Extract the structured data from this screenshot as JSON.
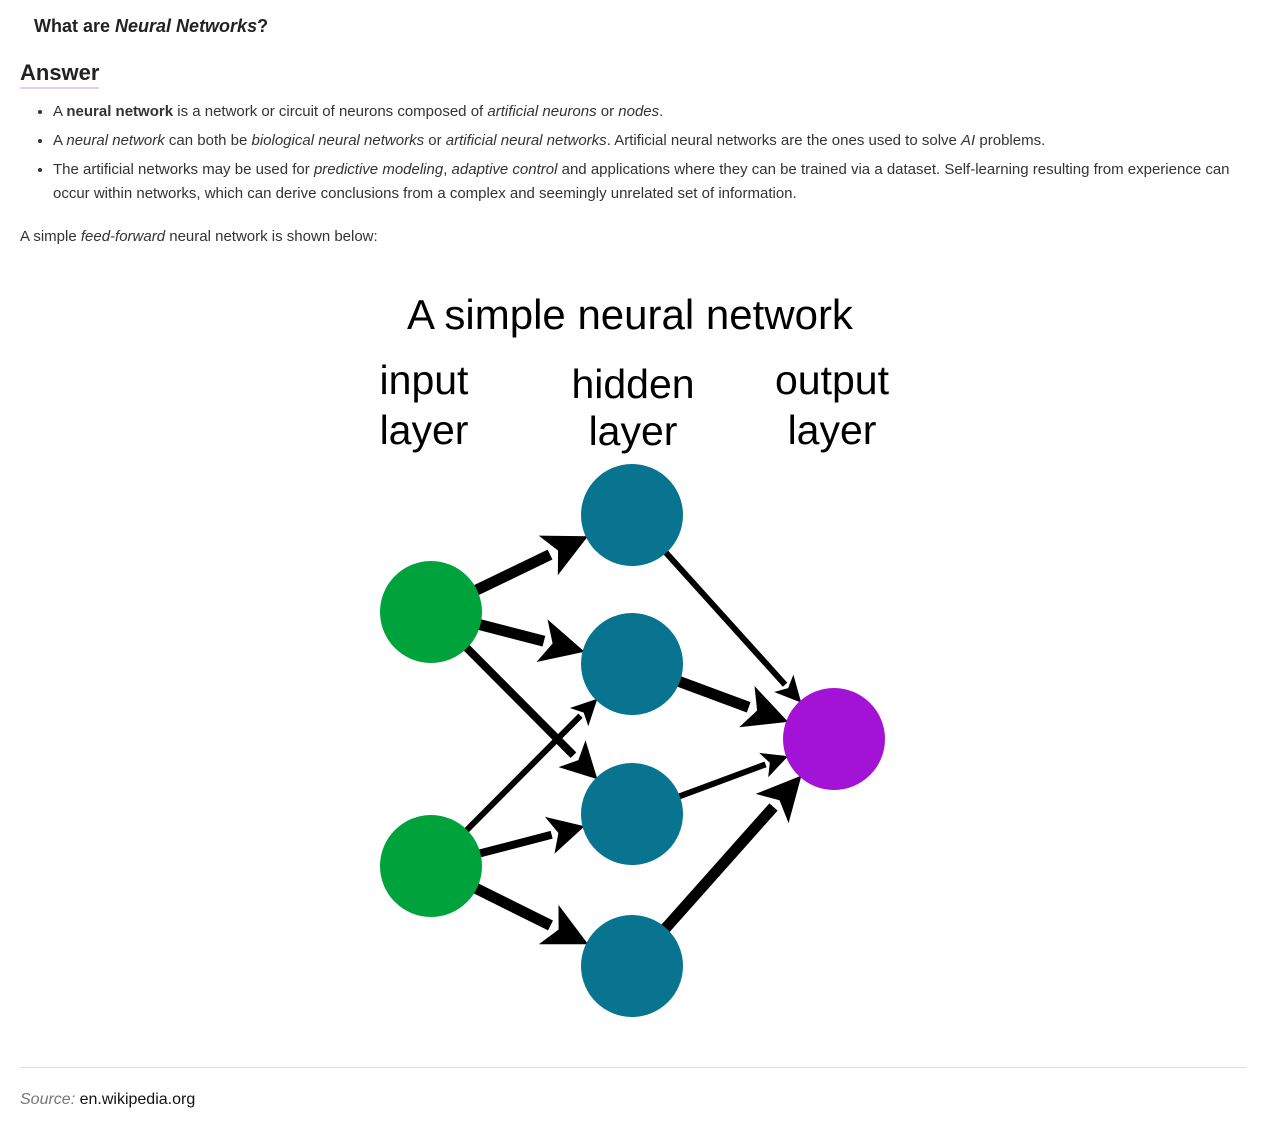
{
  "question": {
    "prefix": "What are ",
    "topic": "Neural Networks",
    "suffix": "?"
  },
  "answer_heading": "Answer",
  "bullets": [
    {
      "segments": [
        {
          "text": "A ",
          "style": "normal"
        },
        {
          "text": "neural network",
          "style": "bold"
        },
        {
          "text": " is a network or circuit of neurons composed of ",
          "style": "normal"
        },
        {
          "text": "artificial neurons",
          "style": "italic"
        },
        {
          "text": " or ",
          "style": "normal"
        },
        {
          "text": "nodes",
          "style": "italic"
        },
        {
          "text": ".",
          "style": "normal"
        }
      ]
    },
    {
      "segments": [
        {
          "text": "A ",
          "style": "normal"
        },
        {
          "text": "neural network",
          "style": "italic"
        },
        {
          "text": " can both be ",
          "style": "normal"
        },
        {
          "text": "biological neural networks",
          "style": "italic"
        },
        {
          "text": " or ",
          "style": "normal"
        },
        {
          "text": "artificial neural networks",
          "style": "italic"
        },
        {
          "text": ". Artificial neural networks are the ones used to solve ",
          "style": "normal"
        },
        {
          "text": "AI",
          "style": "italic"
        },
        {
          "text": " problems.",
          "style": "normal"
        }
      ]
    },
    {
      "segments": [
        {
          "text": "The artificial networks may be used for ",
          "style": "normal"
        },
        {
          "text": "predictive modeling",
          "style": "italic"
        },
        {
          "text": ", ",
          "style": "normal"
        },
        {
          "text": "adaptive control",
          "style": "italic"
        },
        {
          "text": " and applications where they can be trained via a dataset. Self-learning resulting from experience can occur within networks, which can derive conclusions from a complex and seemingly unrelated set of information.",
          "style": "normal"
        }
      ]
    }
  ],
  "intro": {
    "prefix": "A simple ",
    "emphasis": "feed-forward",
    "suffix": " neural network is shown below:"
  },
  "diagram": {
    "title": "A simple neural network",
    "layers": [
      {
        "id": "input",
        "label_lines": [
          "input",
          "layer"
        ],
        "color": "#00a23c",
        "nodes": 2
      },
      {
        "id": "hidden",
        "label_lines": [
          "hidden",
          "layer"
        ],
        "color": "#087490",
        "nodes": 4
      },
      {
        "id": "output",
        "label_lines": [
          "output",
          "layer"
        ],
        "color": "#a313d6",
        "nodes": 1
      }
    ],
    "connections": [
      {
        "from": "input-1",
        "to": "hidden-1",
        "weight": "thick"
      },
      {
        "from": "input-1",
        "to": "hidden-2",
        "weight": "thick"
      },
      {
        "from": "input-1",
        "to": "hidden-3",
        "weight": "medium"
      },
      {
        "from": "input-2",
        "to": "hidden-2",
        "weight": "thin"
      },
      {
        "from": "input-2",
        "to": "hidden-3",
        "weight": "medium"
      },
      {
        "from": "input-2",
        "to": "hidden-4",
        "weight": "thick"
      },
      {
        "from": "hidden-1",
        "to": "output-1",
        "weight": "thin"
      },
      {
        "from": "hidden-2",
        "to": "output-1",
        "weight": "thick"
      },
      {
        "from": "hidden-3",
        "to": "output-1",
        "weight": "thin"
      },
      {
        "from": "hidden-4",
        "to": "output-1",
        "weight": "thick"
      }
    ]
  },
  "source": {
    "label": "Source:",
    "value": "en.wikipedia.org"
  }
}
